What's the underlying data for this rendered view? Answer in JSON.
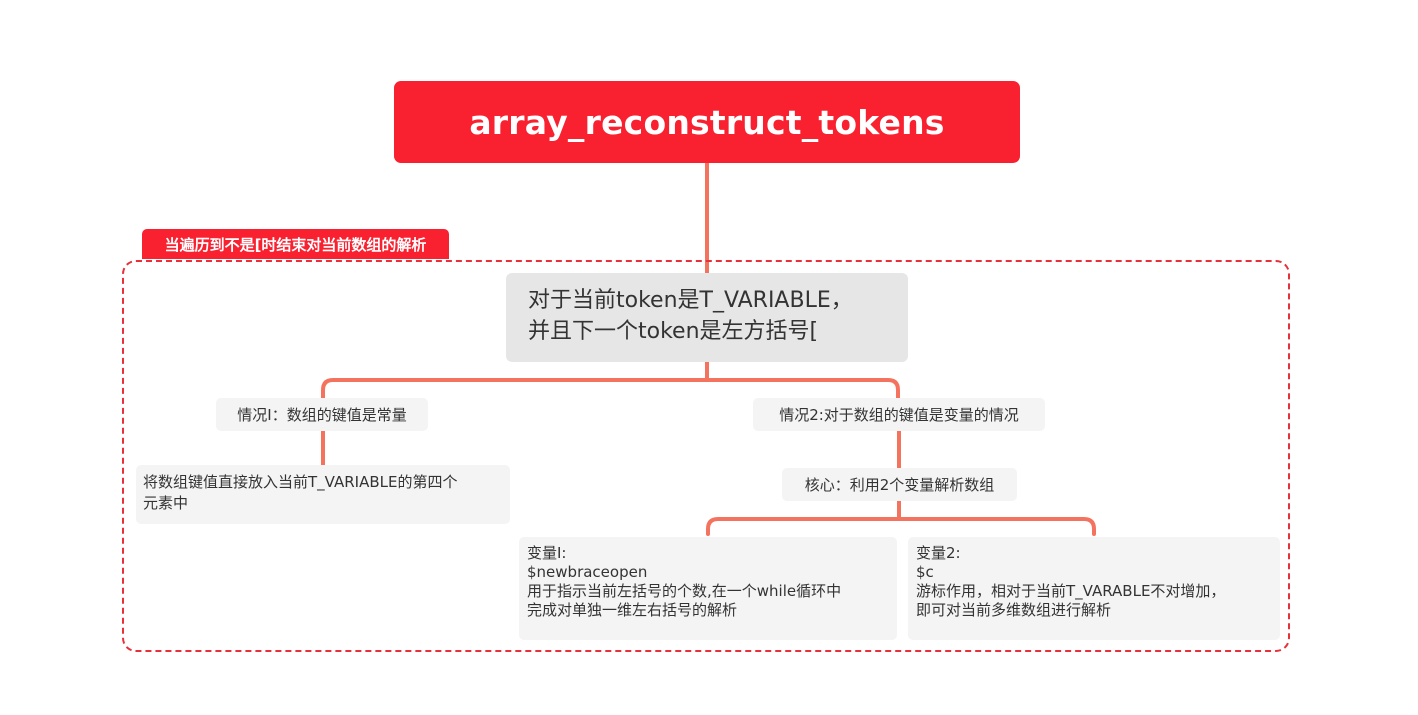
{
  "root": {
    "title": "array_reconstruct_tokens"
  },
  "boundary": {
    "label": "当遍历到不是[时结束对当前数组的解析"
  },
  "main_topic": {
    "line1": "对于当前token是T_VARIABLE，",
    "line2": "并且下一个token是左方括号["
  },
  "case1": {
    "label": "情况I：数组的键值是常量",
    "detail_line1": "将数组键值直接放入当前T_VARIABLE的第四个",
    "detail_line2": "元素中"
  },
  "case2": {
    "label": "情况2:对于数组的键值是变量的情况",
    "core": "核心：利用2个变量解析数组",
    "var1": {
      "line1": "变量I:",
      "line2": "$newbraceopen",
      "line3": "用于指示当前左括号的个数,在一个while循环中",
      "line4": "完成对单独一维左右括号的解析"
    },
    "var2": {
      "line1": "变量2:",
      "line2": "$c",
      "line3": "游标作用，相对于当前T_VARABLE不对增加，",
      "line4": "即可对当前多维数组进行解析"
    }
  },
  "colors": {
    "root_fill": "#f9202f",
    "connector": "#f4735f",
    "boundary_stroke": "#e8303a",
    "main_topic_fill": "#e6e6e6",
    "subtopic_fill": "#f4f4f4",
    "text": "#333333"
  }
}
